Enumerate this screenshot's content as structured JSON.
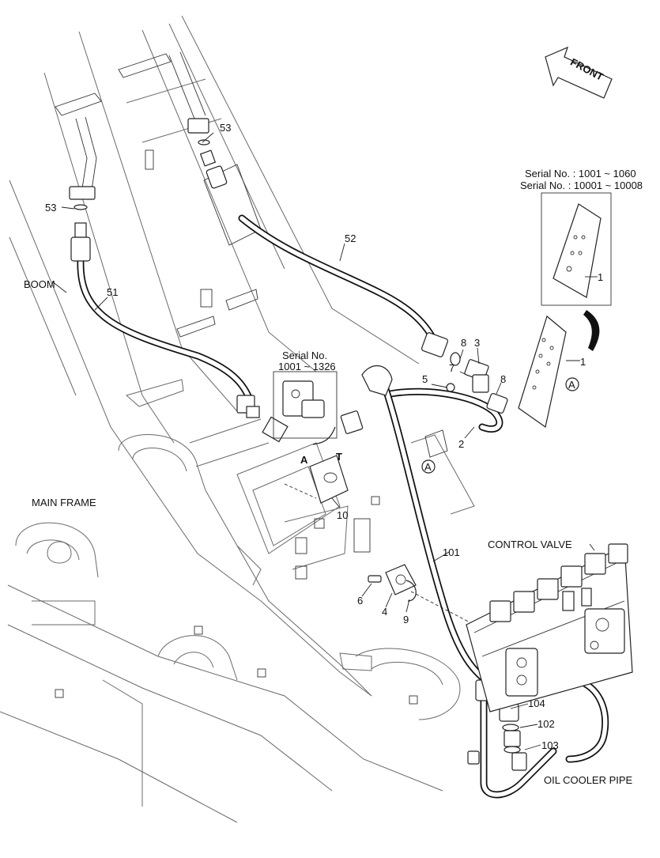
{
  "labels": {
    "boom": "BOOM",
    "main_frame": "MAIN FRAME",
    "control_valve": "CONTROL VALVE",
    "oil_cooler_pipe": "OIL COOLER PIPE",
    "front": "FRONT",
    "serial_top_1": "Serial No. : 1001 ~ 1060",
    "serial_top_2": "Serial No. : 10001 ~ 10008",
    "serial_mid_1": "Serial No.",
    "serial_mid_2": "1001 ~ 1326",
    "port_a": "A",
    "port_t": "T",
    "view_a": "A"
  },
  "part_numbers": {
    "p53a": "53",
    "p53b": "53",
    "p52": "52",
    "p51": "51",
    "p8a": "8",
    "p3": "3",
    "p7": "7",
    "p5": "5",
    "p8b": "8",
    "p1a": "1",
    "p1b": "1",
    "p2": "2",
    "p10": "10",
    "p101": "101",
    "p6": "6",
    "p4": "4",
    "p9": "9",
    "p104": "104",
    "p102": "102",
    "p103": "103"
  }
}
